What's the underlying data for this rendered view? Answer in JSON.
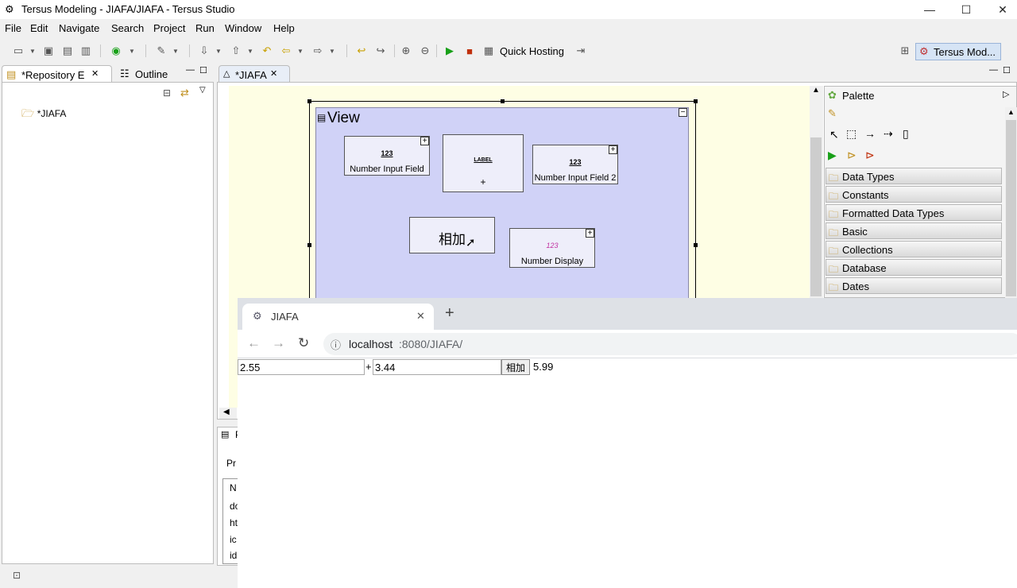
{
  "window": {
    "title": "Tersus Modeling - JIAFA/JIAFA - Tersus Studio",
    "minimize": "—",
    "maximize": "☐",
    "close": "✕"
  },
  "menu": [
    "File",
    "Edit",
    "Navigate",
    "Search",
    "Project",
    "Run",
    "Window",
    "Help"
  ],
  "toolbar": {
    "quick_hosting": "Quick Hosting",
    "perspective": "Tersus Mod..."
  },
  "repository": {
    "tab_label": "*Repository E",
    "outline_label": "Outline",
    "tree": [
      "*JIAFA"
    ]
  },
  "editor": {
    "tab_label": "*JIAFA",
    "view_title": "View",
    "components": {
      "number_input_1": "Number Input Field",
      "label_icon": "LABEL",
      "number_input_2": "Number Input Field 2",
      "add_button": "相加",
      "number_display": "Number Display",
      "input_icon": "123",
      "display_icon": "123"
    }
  },
  "palette": {
    "title": "Palette",
    "drawers": [
      "Data Types",
      "Constants",
      "Formatted Data Types",
      "Basic",
      "Collections",
      "Database",
      "Dates"
    ]
  },
  "properties": {
    "tab_label": "P",
    "section": "Pr",
    "rows": [
      "N",
      "do",
      "ht",
      "ic",
      "id"
    ]
  },
  "browser": {
    "tab_title": "JIAFA",
    "url_host": "localhost",
    "url_path": ":8080/JIAFA/",
    "new_tab": "+",
    "app": {
      "input_a": "2.55",
      "operator": "+",
      "input_b": "3.44",
      "button": "相加",
      "result": "5.99"
    }
  },
  "colors": {
    "canvas_bg": "#fefee4",
    "view_bg": "#d0d2f7",
    "perspective_bg": "#d6e4f5"
  }
}
